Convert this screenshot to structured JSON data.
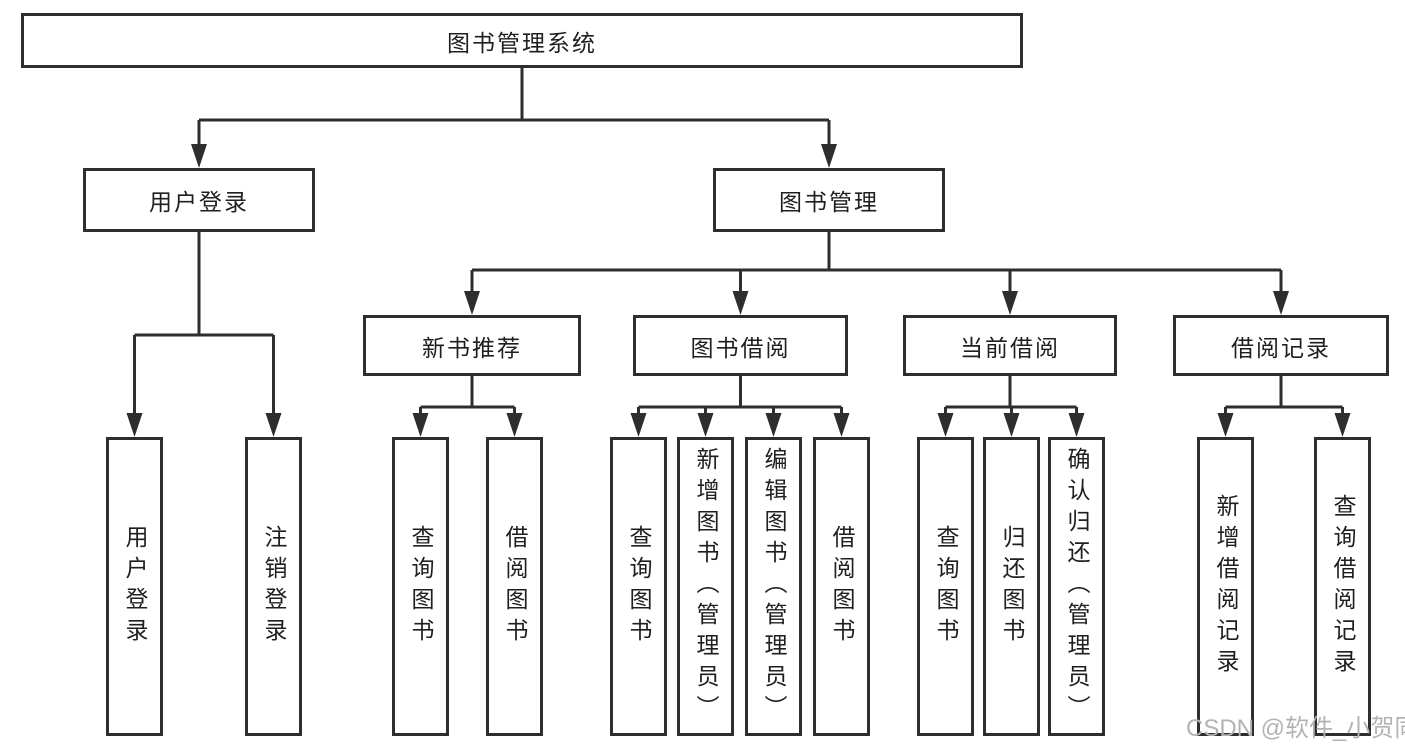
{
  "diagram": {
    "title": "图书管理系统",
    "level2": [
      "用户登录",
      "图书管理"
    ],
    "level3": [
      "新书推荐",
      "图书借阅",
      "当前借阅",
      "借阅记录"
    ],
    "leaves": {
      "login": [
        "用户登录",
        "注销登录"
      ],
      "newbook": [
        "查询图书",
        "借阅图书"
      ],
      "borrow": [
        "查询图书",
        "新增图书（管理员）",
        "编辑图书（管理员）",
        "借阅图书"
      ],
      "current": [
        "查询图书",
        "归还图书",
        "确认归还（管理员）"
      ],
      "records": [
        "新增借阅记录",
        "查询借阅记录"
      ]
    },
    "colors": {
      "line": "#2e2e2e",
      "text": "#1f1f1f",
      "background": "#ffffff",
      "watermark": "#b3b3b3"
    },
    "watermark": "CSDN @软件_小贺同学"
  }
}
